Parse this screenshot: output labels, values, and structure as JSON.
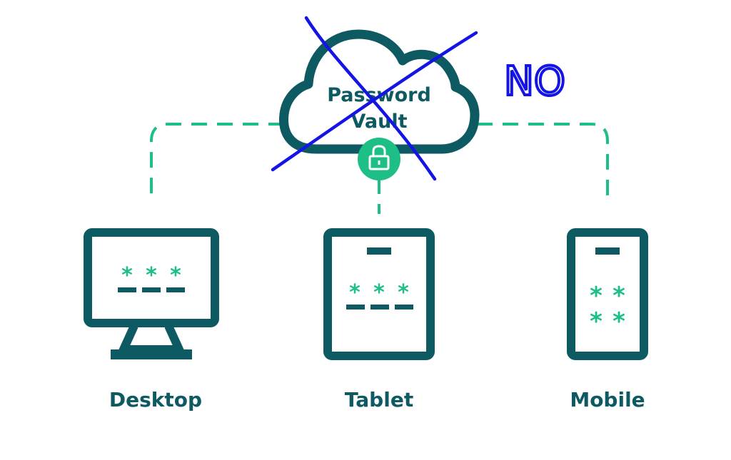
{
  "colors": {
    "primary": "#0e5a63",
    "accent": "#1dbf86",
    "annotation": "#1414e6",
    "background": "#ffffff"
  },
  "vault": {
    "line1": "Password",
    "line2": "Vault",
    "icon": "lock-icon"
  },
  "devices": {
    "desktop": {
      "label": "Desktop",
      "icon": "desktop-monitor-icon",
      "asterisks": [
        "*",
        "*",
        "*"
      ]
    },
    "tablet": {
      "label": "Tablet",
      "icon": "tablet-icon",
      "asterisks": [
        "*",
        "*",
        "*"
      ]
    },
    "mobile": {
      "label": "Mobile",
      "icon": "mobile-phone-icon",
      "asterisks": [
        "*",
        "*",
        "*",
        "*"
      ]
    }
  },
  "annotation": {
    "text": "NO",
    "mark": "cross-out-x"
  }
}
